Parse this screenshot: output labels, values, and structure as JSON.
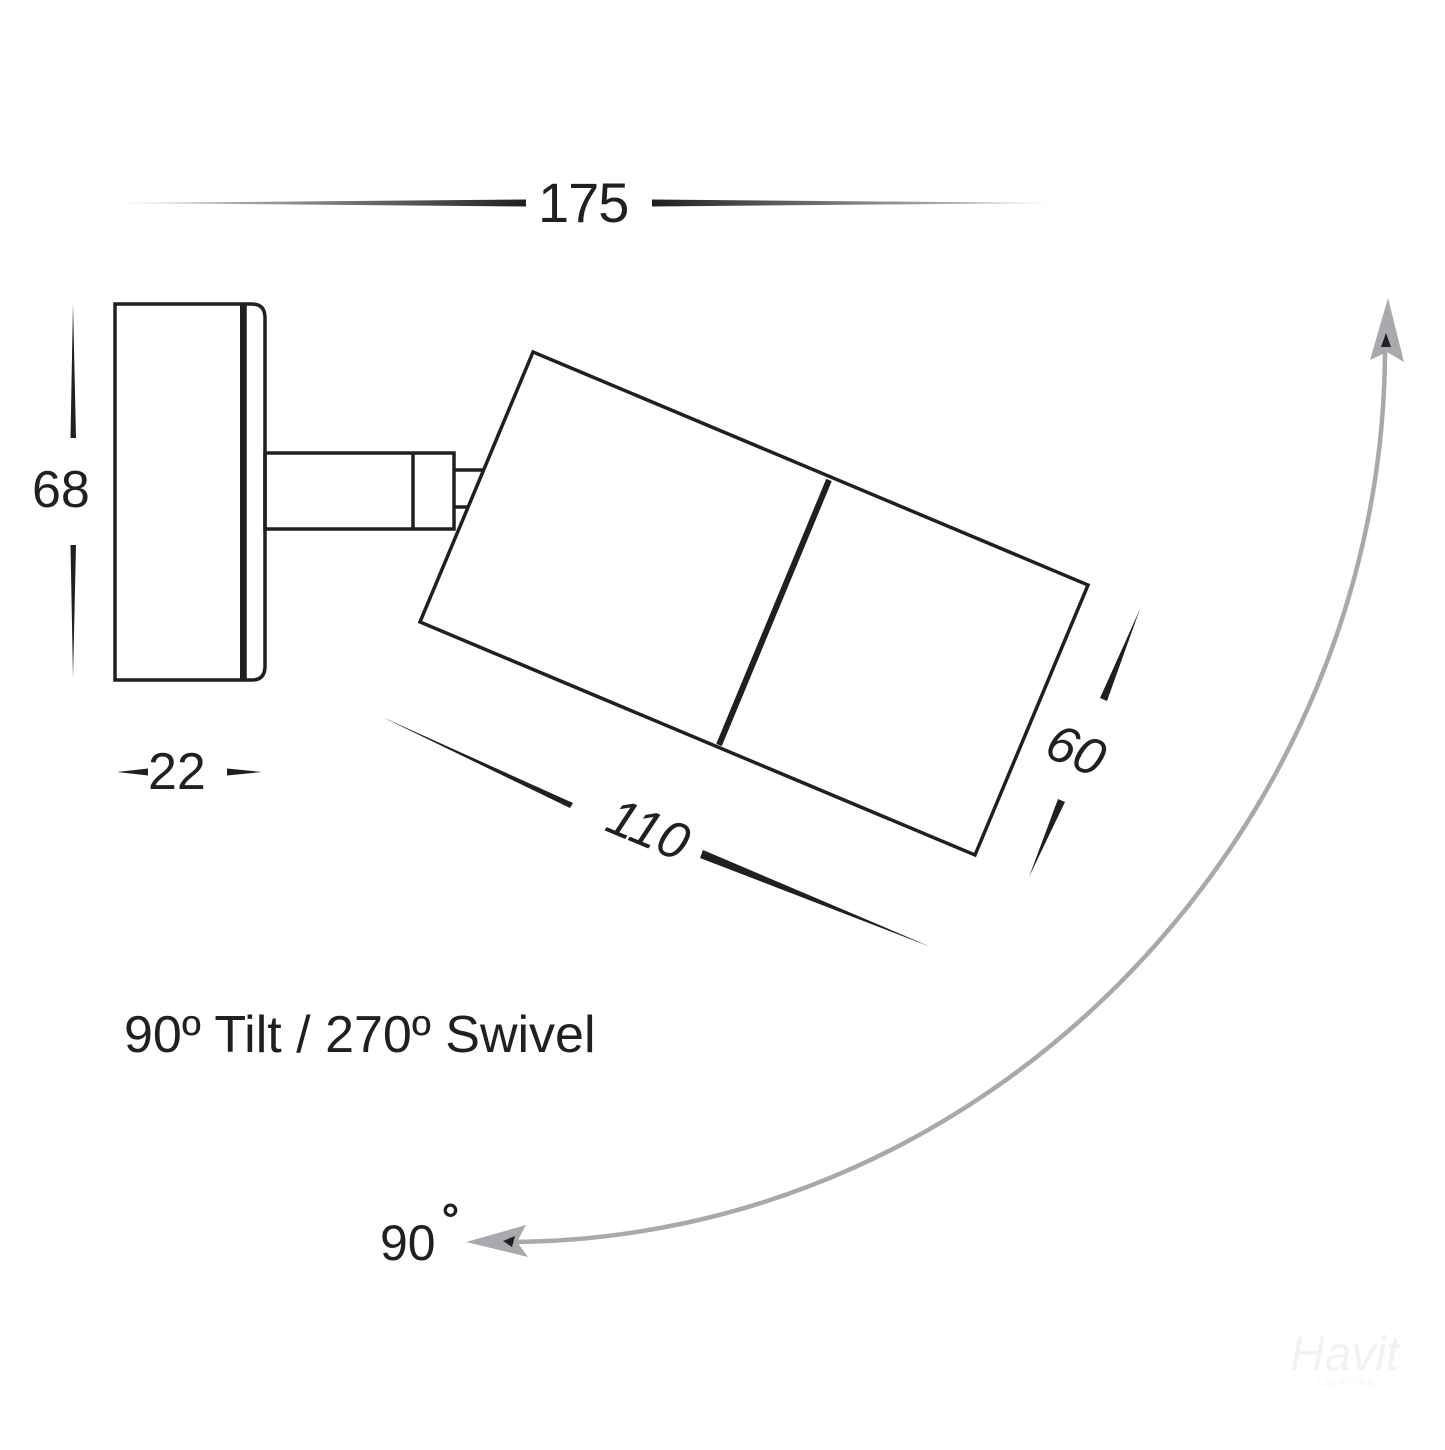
{
  "diagram": {
    "type": "technical-dimension-drawing",
    "subject": "wall-mounted adjustable spotlight, side elevation",
    "units": "mm",
    "colors": {
      "line": "#231f20",
      "arc": "#a7a9ac",
      "background": "#ffffff",
      "watermark": "#eeeeee"
    },
    "dimensions": {
      "overall_width": "175",
      "base_height": "68",
      "base_depth": "22",
      "body_length": "110",
      "body_diameter": "60"
    },
    "tilt_arc": {
      "angle_label": "90",
      "degree_symbol": "°"
    },
    "caption": "90º Tilt / 270º Swivel",
    "watermark": {
      "brand": "Havit",
      "sub": "LIGHTING"
    }
  }
}
